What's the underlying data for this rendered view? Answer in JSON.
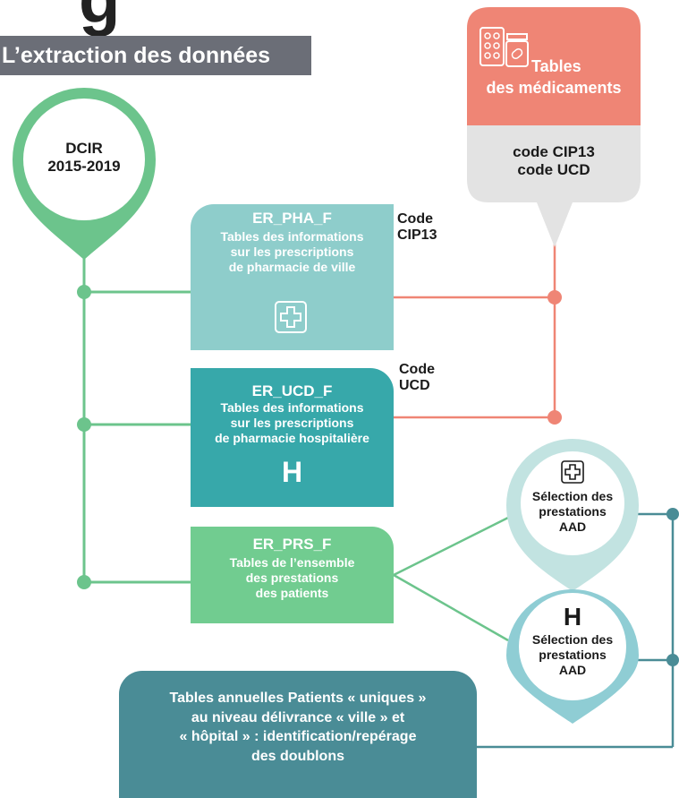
{
  "header": {
    "title_fragment": "g",
    "section_title": "L’extraction des données"
  },
  "dcir": {
    "line1": "DCIR",
    "line2": "2015-2019"
  },
  "meds": {
    "title_line1": "Tables",
    "title_line2": "des médicaments",
    "code_line1": "code CIP13",
    "code_line2": "code UCD"
  },
  "pha": {
    "code": "ER_PHA_F",
    "line1": "Tables des  informations",
    "line2": "sur les prescriptions",
    "line3": "de pharmacie de ville"
  },
  "ucd": {
    "code": "ER_UCD_F",
    "line1": "Tables des informations",
    "line2": "sur les prescriptions",
    "line3": "de pharmacie hospitalière",
    "glyph": "H"
  },
  "prs": {
    "code": "ER_PRS_F",
    "line1": "Tables de l’ensemble",
    "line2": "des prestations",
    "line3": "des patients"
  },
  "labels": {
    "code_cip_line1": "Code",
    "code_cip_line2": "CIP13",
    "code_ucd_line1": "Code",
    "code_ucd_line2": "UCD"
  },
  "selections": [
    {
      "line1": "Sélection des",
      "line2": "prestations",
      "line3": "AAD"
    },
    {
      "line1": "Sélection des",
      "line2": "prestations",
      "line3": "AAD",
      "glyph": "H"
    }
  ],
  "bottom": {
    "line1": "Tables annuelles Patients « uniques »",
    "line2": "au niveau délivrance « ville » et",
    "line3": "« hôpital » : identification/repérage",
    "line4": "des doublons"
  },
  "colors": {
    "green_pin": "#6cc48c",
    "salmon": "#ef8575",
    "grey_box": "#e3e3e3",
    "pha_box": "#8ecdcb",
    "ucd_box": "#37a8aa",
    "prs_box": "#71cc90",
    "bottom_box": "#4a8c96",
    "light_teal_pin": "#c2e3e1",
    "mid_teal_pin": "#8fcdd4",
    "teal_line": "#4a8c96"
  }
}
